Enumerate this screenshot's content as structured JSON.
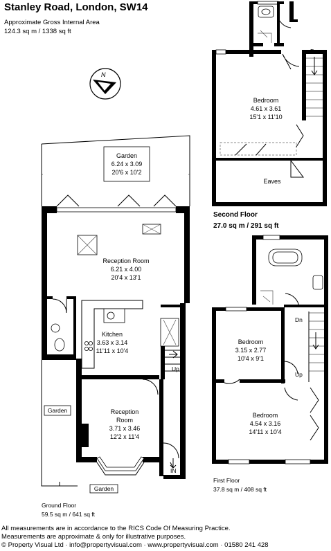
{
  "header": {
    "title": "Stanley Road, London, SW14",
    "area_label": "Approximate Gross Internal Area",
    "area_value": "124.3 sq m  / 1338 sq ft"
  },
  "compass": {
    "letter": "N",
    "icon": "compass-icon"
  },
  "second_floor": {
    "name": "Second Floor",
    "area": "27.0 sq m / 291 sq ft",
    "bedroom": {
      "name": "Bedroom",
      "metric": "4.61 x 3.61",
      "imperial": "15'1 x 11'10"
    },
    "eaves": "Eaves",
    "down": "Dn"
  },
  "first_floor": {
    "name": "First Floor",
    "area": "37.8 sq m / 408 sq ft",
    "bedroom_small": {
      "name": "Bedroom",
      "metric": "3.15 x 2.77",
      "imperial": "10'4 x 9'1"
    },
    "bedroom_large": {
      "name": "Bedroom",
      "metric": "4.54 x 3.16",
      "imperial": "14'11 x 10'4"
    },
    "down": "Dn",
    "up": "Up"
  },
  "ground_floor": {
    "name": "Ground Floor",
    "area": "59.5 sq m / 641 sq ft",
    "garden_rear": {
      "name": "Garden",
      "metric": "6.24 x 3.09",
      "imperial": "20'6 x 10'2"
    },
    "reception_room": {
      "name": "Reception Room",
      "metric": "6.21 x 4.00",
      "imperial": "20'4 x 13'1"
    },
    "kitchen": {
      "name": "Kitchen",
      "metric": "3.63 x 3.14",
      "imperial": "11'11 x 10'4"
    },
    "reception_front": {
      "name_line1": "Reception",
      "name_line2": "Room",
      "metric": "3.71 x 3.46",
      "imperial": "12'2 x 11'4"
    },
    "garden_side": "Garden",
    "garden_front": "Garden",
    "up": "Up",
    "entrance": "IN"
  },
  "footer": {
    "line1": "All measurements are in accordance to the RICS Code Of Measuring Practice.",
    "line2": "Measurements are approximate & only for illustrative purposes.",
    "line3": "© Property Visual Ltd · info@propertyvisual.com · www.propertyvisual.com · 01580 241 428"
  }
}
